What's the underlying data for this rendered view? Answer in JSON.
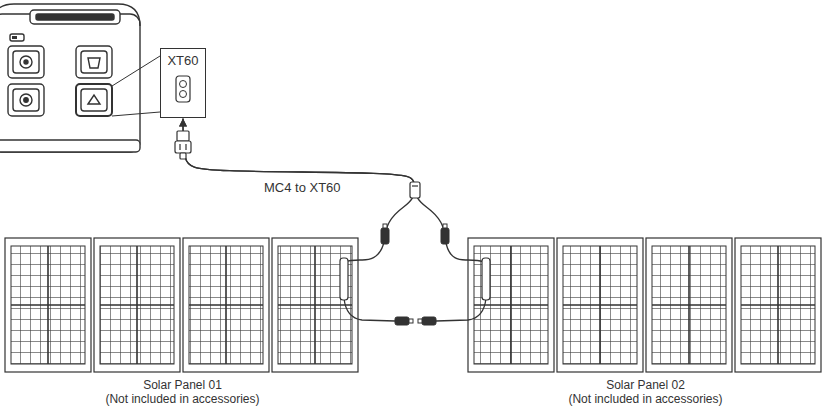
{
  "diagram": {
    "nodes": [
      {
        "text": [
          "XT60"
        ]
      },
      {
        "text": [
          "Solar Panel 01",
          "(Not included in accessories)"
        ]
      },
      {
        "text": [
          "Solar Panel 02",
          "(Not included in accessories)"
        ]
      }
    ],
    "edges": [
      {
        "from": 1,
        "to": 0,
        "arrow": "to"
      },
      {
        "from": 2,
        "to": 0,
        "arrow": "to"
      }
    ],
    "labels": [
      "MC4 to XT60"
    ]
  }
}
